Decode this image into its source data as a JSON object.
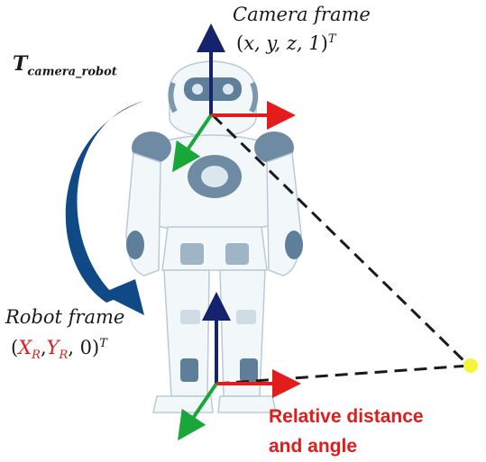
{
  "camera_frame": {
    "title": "Camera frame",
    "coords_open": "(",
    "coords_body": "x, y, z, 1",
    "coords_close": ")",
    "superscript": "T"
  },
  "transform": {
    "symbol": "T",
    "subscript": "camera_robot"
  },
  "robot_frame": {
    "title": "Robot frame",
    "open": "(",
    "x": "X",
    "x_sub": "R",
    "comma1": ",",
    "y": "Y",
    "y_sub": "R",
    "rest": ", 0)",
    "superscript": "T"
  },
  "relative": {
    "line1": "Relative distance",
    "line2": "and angle"
  },
  "colors": {
    "z_axis": "#14236b",
    "x_axis": "#e51c1c",
    "y_axis": "#1aa73a",
    "target": "#f4f43a",
    "curve": "#0f4a87",
    "red_text": "#e21b1b"
  }
}
